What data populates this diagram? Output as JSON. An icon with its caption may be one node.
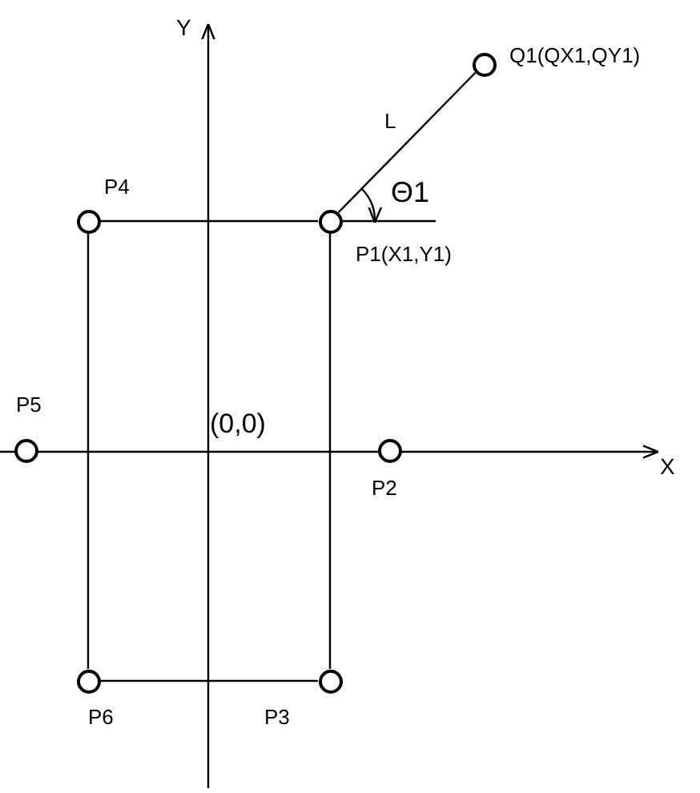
{
  "diagram": {
    "nodes": [
      {
        "text": [],
        "shape": "circle",
        "beside": [
          "Q1(QX1,QY1)"
        ]
      },
      {
        "text": [],
        "shape": "circle",
        "beside": [
          "P4"
        ]
      },
      {
        "text": [],
        "shape": "circle",
        "beside": [
          "P1(X1,Y1)"
        ]
      },
      {
        "text": [],
        "shape": "circle",
        "beside": [
          "P5"
        ]
      },
      {
        "text": [],
        "shape": "circle",
        "beside": [
          "P2"
        ]
      },
      {
        "text": [],
        "shape": "circle",
        "beside": [
          "P6"
        ]
      },
      {
        "text": [],
        "shape": "circle",
        "beside": [
          "P3"
        ]
      }
    ],
    "edges": [
      {
        "from": 1,
        "to": 2,
        "arrow": "none"
      },
      {
        "from": 2,
        "to": 6,
        "arrow": "none"
      },
      {
        "from": 6,
        "to": 5,
        "arrow": "none"
      },
      {
        "from": 5,
        "to": 1,
        "arrow": "none"
      },
      {
        "from": 2,
        "to": 0,
        "arrow": "none",
        "label": "L"
      }
    ],
    "labels": [
      "Y",
      "Θ1",
      "(0,0)",
      "X"
    ]
  }
}
